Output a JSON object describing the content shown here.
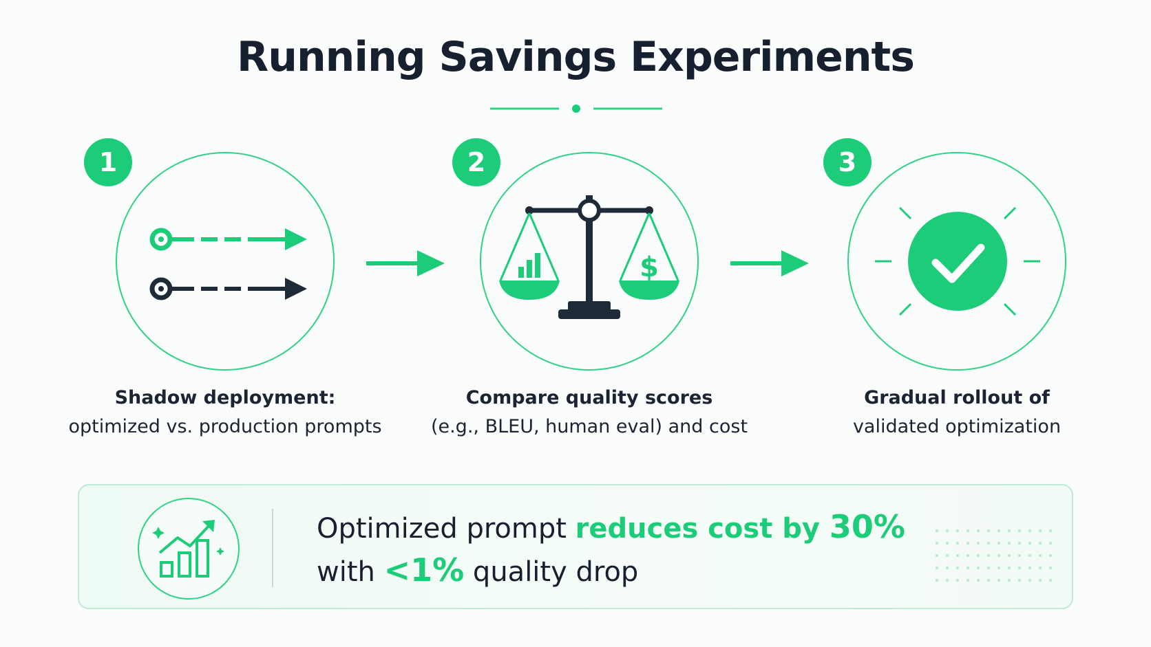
{
  "title": "Running Savings Experiments",
  "colors": {
    "accent": "#1dcc79",
    "dark": "#16202e",
    "circle_border": "#2fd285"
  },
  "steps": [
    {
      "number": "1",
      "icon": "shadow-deployment-arrows-icon",
      "caption_bold": "Shadow deployment:",
      "caption": "optimized vs. production prompts"
    },
    {
      "number": "2",
      "icon": "balance-scale-icon",
      "caption_bold": "Compare quality scores",
      "caption": "(e.g., BLEU, human eval) and cost"
    },
    {
      "number": "3",
      "icon": "check-circle-icon",
      "caption_bold": "Gradual rollout of",
      "caption": "validated optimization"
    }
  ],
  "result": {
    "icon": "growth-chart-icon",
    "line1_prefix": "Optimized prompt ",
    "line1_highlight": "reduces cost by ",
    "line1_value": "30%",
    "line2_prefix": "with ",
    "line2_value": "<1%",
    "line2_suffix": " quality drop"
  }
}
